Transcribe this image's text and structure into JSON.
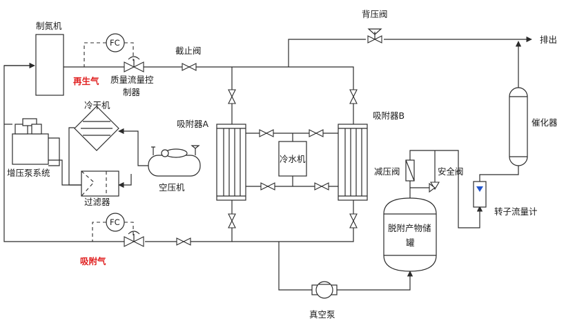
{
  "labels": {
    "nitrogen_generator": "制氮机",
    "regen_gas": "再生气",
    "mfc_line1": "质量流量控",
    "mfc_line2": "制器",
    "stop_valve": "截止阀",
    "back_pressure_valve": "背压阀",
    "exhaust": "排出",
    "cold_dryer": "冷干机",
    "adsorber_a": "吸附器A",
    "adsorber_b": "吸附器B",
    "catalyst": "催化器",
    "booster_pump": "增压泵系统",
    "chiller": "冷水机",
    "air_compressor": "空压机",
    "filter": "过滤器",
    "reducing_valve": "减压阀",
    "safety_valve": "安全阀",
    "rotameter": "转子流量计",
    "desorb_tank_line1": "脱附产物储",
    "desorb_tank_line2": "罐",
    "adsorb_gas": "吸附气",
    "vacuum_pump": "真空泵",
    "fc_top": "FC",
    "fc_bottom": "FC"
  }
}
